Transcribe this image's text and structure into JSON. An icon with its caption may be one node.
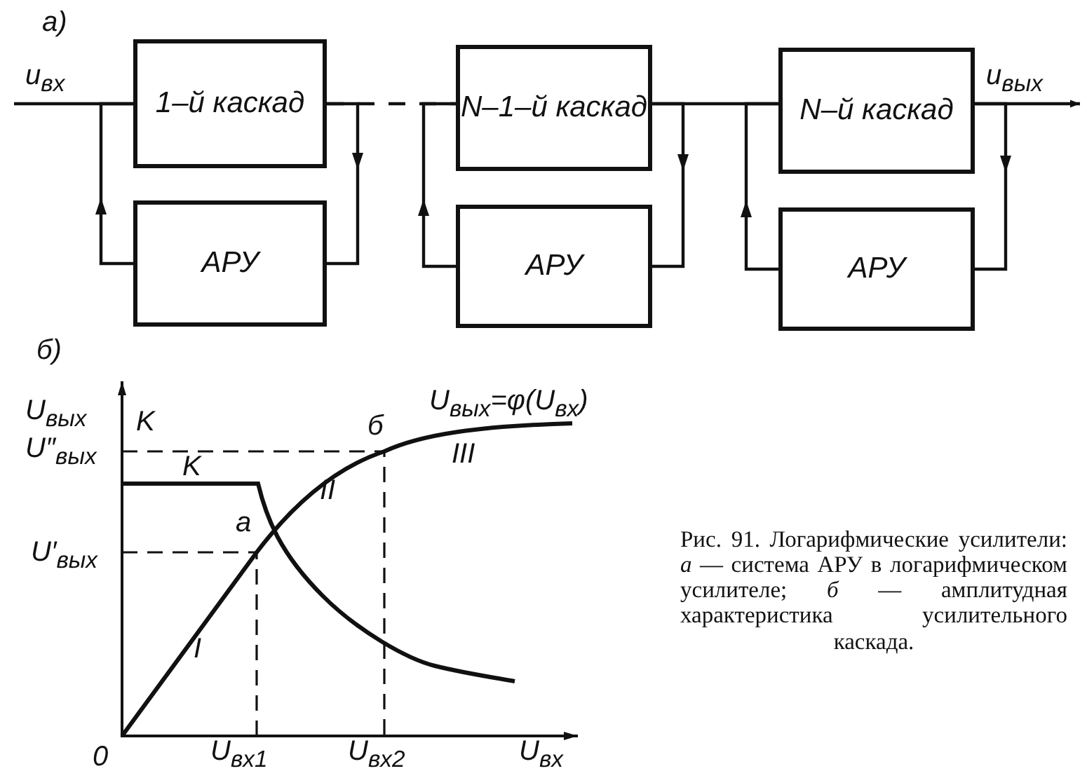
{
  "diagram": {
    "caption": "Рис. 91. Логарифмические усилители: *а* — система АРУ в логарифмическом усилителе; *б* — амплитудная характеристика усилительного каскада.",
    "nodes": [
      {
        "text": [
          "1–й каскад"
        ]
      },
      {
        "text": [
          "АРУ"
        ]
      },
      {
        "text": [
          "N–1–й каскад"
        ]
      },
      {
        "text": [
          "АРУ"
        ]
      },
      {
        "text": [
          "N–й каскад"
        ]
      },
      {
        "text": [
          "АРУ"
        ]
      }
    ],
    "edges": [
      {
        "from": null,
        "to": 0,
        "arrow": "none"
      },
      {
        "from": 1,
        "to": 0,
        "arrow": "to"
      },
      {
        "from": 0,
        "to": 1,
        "arrow": "to"
      },
      {
        "from": 0,
        "to": 2,
        "arrow": "none",
        "style": "dashed"
      },
      {
        "from": 3,
        "to": 2,
        "arrow": "to"
      },
      {
        "from": 2,
        "to": 3,
        "arrow": "to"
      },
      {
        "from": 2,
        "to": 4,
        "arrow": "none"
      },
      {
        "from": 5,
        "to": 4,
        "arrow": "to"
      },
      {
        "from": 4,
        "to": 5,
        "arrow": "to"
      },
      {
        "from": 4,
        "to": null,
        "arrow": "to"
      }
    ],
    "labels": [
      "а)",
      "u$_{вх}$",
      "u$_{вых}$",
      "б)",
      "U$_{вых}$",
      "K",
      "U$_{вых}$=φ(U$_{вх}$)",
      "U″$_{вых}$",
      "б",
      "K",
      "III",
      "II",
      "U′$_{вых}$",
      "a",
      "I",
      "0",
      "U$_{вх1}$",
      "U$_{вх2}$",
      "U$_{вх}$"
    ]
  }
}
